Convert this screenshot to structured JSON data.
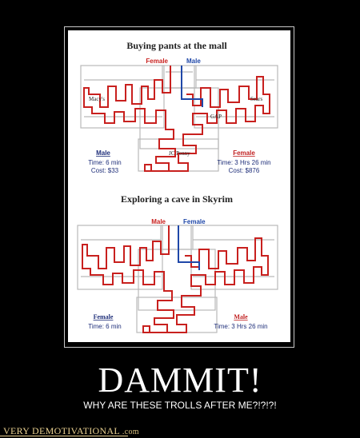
{
  "poster": {
    "title": "DAMMIT!",
    "subtitle": "WHY ARE THESE TROLLS AFTER ME?!?!?!",
    "brand": "VERY DEMOTIVATIONAL",
    "brand_suffix": ".com"
  },
  "diagram_top": {
    "heading": "Buying pants at the mall",
    "label_female": "Female",
    "label_male": "Male",
    "store_macys": "Macy's",
    "store_sears": "Sears",
    "store_gap": "GAP",
    "store_jcpenny": "JC Penny",
    "left_legend_title": "Male",
    "left_legend_time": "Time: 6 min",
    "left_legend_cost": "Cost: $33",
    "right_legend_title": "Female",
    "right_legend_time": "Time: 3 Hrs  26 min",
    "right_legend_cost": "Cost: $876"
  },
  "diagram_bottom": {
    "heading": "Exploring a cave in Skyrim",
    "label_male": "Male",
    "label_female": "Female",
    "left_legend_title": "Female",
    "left_legend_time": "Time: 6 min",
    "right_legend_title": "Male",
    "right_legend_time": "Time: 3 Hrs  26 min"
  },
  "colors": {
    "female_path": "#c8201e",
    "male_path": "#1f47a8",
    "legend_text": "#1f2f7a",
    "legend_alt": "#c02020"
  }
}
